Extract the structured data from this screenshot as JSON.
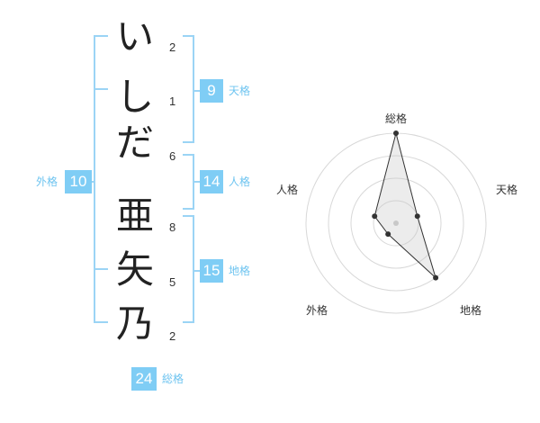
{
  "name": {
    "characters": [
      "い",
      "し",
      "だ",
      "亜",
      "矢",
      "乃"
    ],
    "strokes": [
      "2",
      "1",
      "6",
      "8",
      "5",
      "2"
    ]
  },
  "fortunes": {
    "tenkaku": {
      "value": "9",
      "label": "天格"
    },
    "jinkaku": {
      "value": "14",
      "label": "人格"
    },
    "chikaku": {
      "value": "15",
      "label": "地格"
    },
    "gaikaku": {
      "value": "10",
      "label": "外格"
    },
    "soukaku": {
      "value": "24",
      "label": "総格"
    }
  },
  "colors": {
    "accent": "#7fcdf5",
    "bracket": "#9bd4f5"
  },
  "chart_data": {
    "type": "radar",
    "axes": [
      "総格",
      "天格",
      "地格",
      "外格",
      "人格"
    ],
    "values": [
      4,
      1,
      3,
      0.6,
      1
    ],
    "max": 4
  }
}
